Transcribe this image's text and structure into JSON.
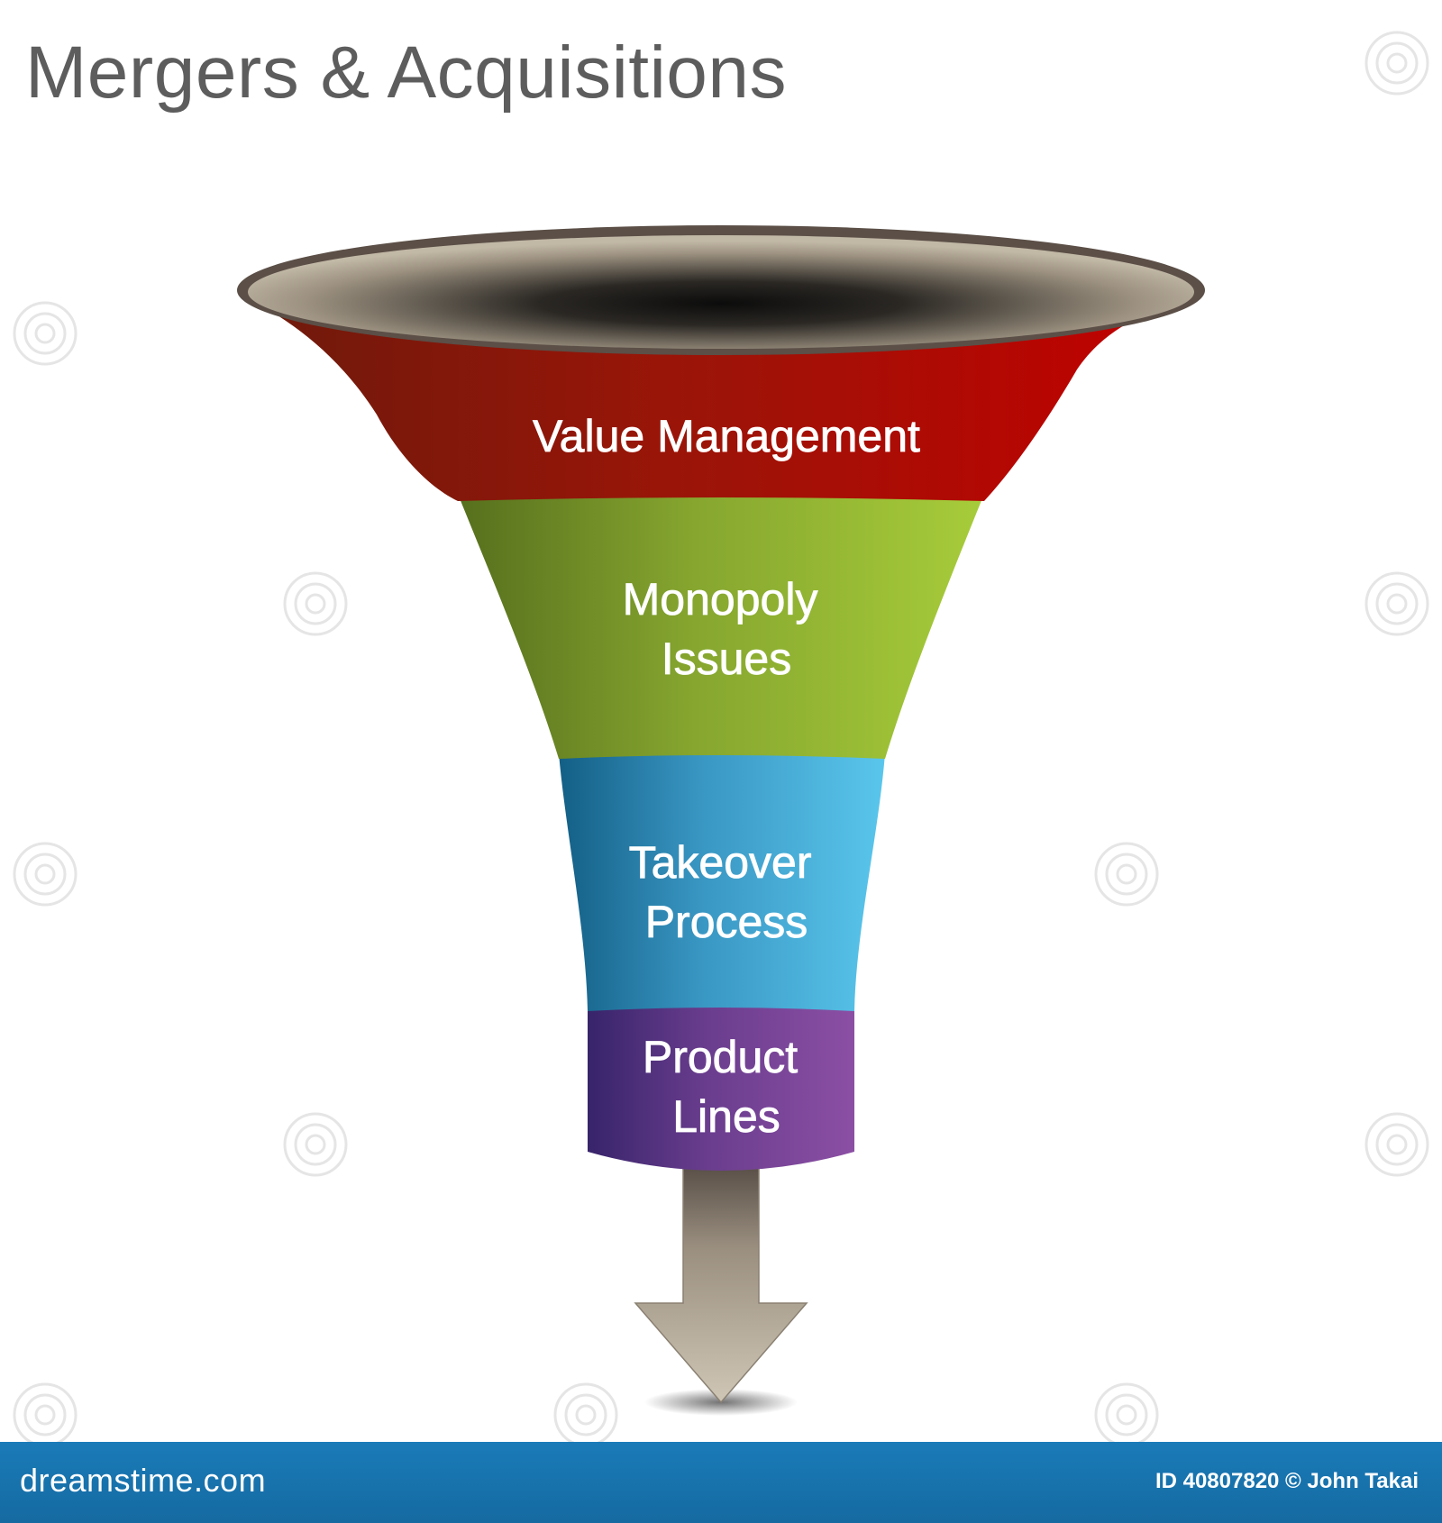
{
  "title": "Mergers & Acquisitions",
  "stages": [
    {
      "label_lines": [
        "Value Management"
      ],
      "color": "#c20000",
      "shade": "#6e1a0c"
    },
    {
      "label_lines": [
        "Monopoly",
        "Issues"
      ],
      "color": "#a7cc3a",
      "shade": "#566f1d"
    },
    {
      "label_lines": [
        "Takeover",
        "Process"
      ],
      "color": "#5ac6ec",
      "shade": "#135f86"
    },
    {
      "label_lines": [
        "Product",
        "Lines"
      ],
      "color": "#8b4fa4",
      "shade": "#37246a"
    }
  ],
  "output_arrow_icon": "down-arrow-icon",
  "watermark_icon": "spiral-watermark-icon",
  "footer": {
    "site": "dreamstime.com",
    "credit": "ID 40807820 © John Takai",
    "background": "#1976b2"
  }
}
